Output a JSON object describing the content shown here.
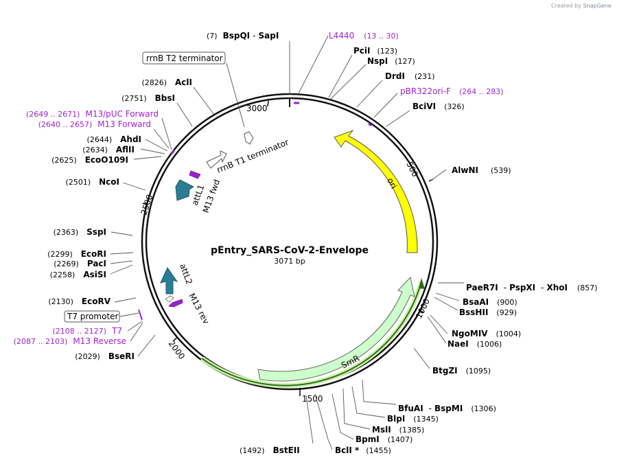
{
  "plasmid": {
    "name": "pEntry_SARS-CoV-2-Envelope",
    "length": "3071 bp"
  },
  "credit": {
    "prefix": "Created by",
    "brand": "SnapGene"
  },
  "ticks": [
    "500",
    "1000",
    "1500",
    "2000",
    "2500",
    "3000"
  ],
  "features": {
    "ori": "ori",
    "smr": "SmR",
    "rrnb_t1": "rrnB T1 terminator",
    "attl1": "attL1",
    "m13fwd": "M13 fwd",
    "attl2": "attL2",
    "m13rev": "M13 rev"
  },
  "sites_right": [
    {
      "pos": "(7)",
      "name": "BspQI",
      "name2": "SapI"
    },
    {
      "name": "L4440",
      "pos": "(13 .. 30)"
    },
    {
      "name": "PciI",
      "pos": "(123)"
    },
    {
      "name": "NspI",
      "pos": "(127)"
    },
    {
      "name": "DrdI",
      "pos": "(231)"
    },
    {
      "name": "pBR322ori-F",
      "pos": "(264 .. 283)"
    },
    {
      "name": "BciVI",
      "pos": "(326)"
    },
    {
      "name": "AlwNI",
      "pos": "(539)"
    },
    {
      "name": "PaeR7I",
      "name2": "PspXI",
      "name3": "XhoI",
      "pos": "(857)"
    },
    {
      "name": "BsaAI",
      "pos": "(900)"
    },
    {
      "name": "BssHII",
      "pos": "(929)"
    },
    {
      "name": "NgoMIV",
      "pos": "(1004)"
    },
    {
      "name": "NaeI",
      "pos": "(1006)"
    },
    {
      "name": "BtgZI",
      "pos": "(1095)"
    },
    {
      "name": "BfuAI",
      "name2": "BspMI",
      "pos": "(1306)"
    },
    {
      "name": "BlpI",
      "pos": "(1345)"
    },
    {
      "name": "MslI",
      "pos": "(1385)"
    },
    {
      "name": "BpmI",
      "pos": "(1407)"
    },
    {
      "name": "BclI *",
      "pos": "(1455)"
    },
    {
      "pos": "(1492)",
      "name": "BstEII"
    }
  ],
  "sites_left": [
    {
      "name": "rrnB T2 terminator"
    },
    {
      "pos": "(2826)",
      "name": "AclI"
    },
    {
      "pos": "(2751)",
      "name": "BbsI"
    },
    {
      "pos": "(2649 .. 2671)",
      "name": "M13/pUC Forward"
    },
    {
      "pos": "(2640 .. 2657)",
      "name": "M13 Forward"
    },
    {
      "pos": "(2644)",
      "name": "AhdI"
    },
    {
      "pos": "(2634)",
      "name": "AflII"
    },
    {
      "pos": "(2625)",
      "name": "EcoO109I"
    },
    {
      "pos": "(2501)",
      "name": "NcoI"
    },
    {
      "pos": "(2363)",
      "name": "SspI"
    },
    {
      "pos": "(2299)",
      "name": "EcoRI"
    },
    {
      "pos": "(2269)",
      "name": "PacI"
    },
    {
      "pos": "(2258)",
      "name": "AsiSI"
    },
    {
      "pos": "(2130)",
      "name": "EcoRV"
    },
    {
      "name": "T7 promoter"
    },
    {
      "pos": "(2108 .. 2127)",
      "name": "T7"
    },
    {
      "pos": "(2087 .. 2103)",
      "name": "M13 Reverse"
    },
    {
      "pos": "(2029)",
      "name": "BseRI"
    }
  ],
  "colors": {
    "backbone": "#111111",
    "ori": "#ffff00",
    "smr": "#ccffcc",
    "smr_orf": "#2d6a1f",
    "att": "#2a7d94",
    "primer": "#a020d0",
    "terminator": "#ffffff"
  }
}
